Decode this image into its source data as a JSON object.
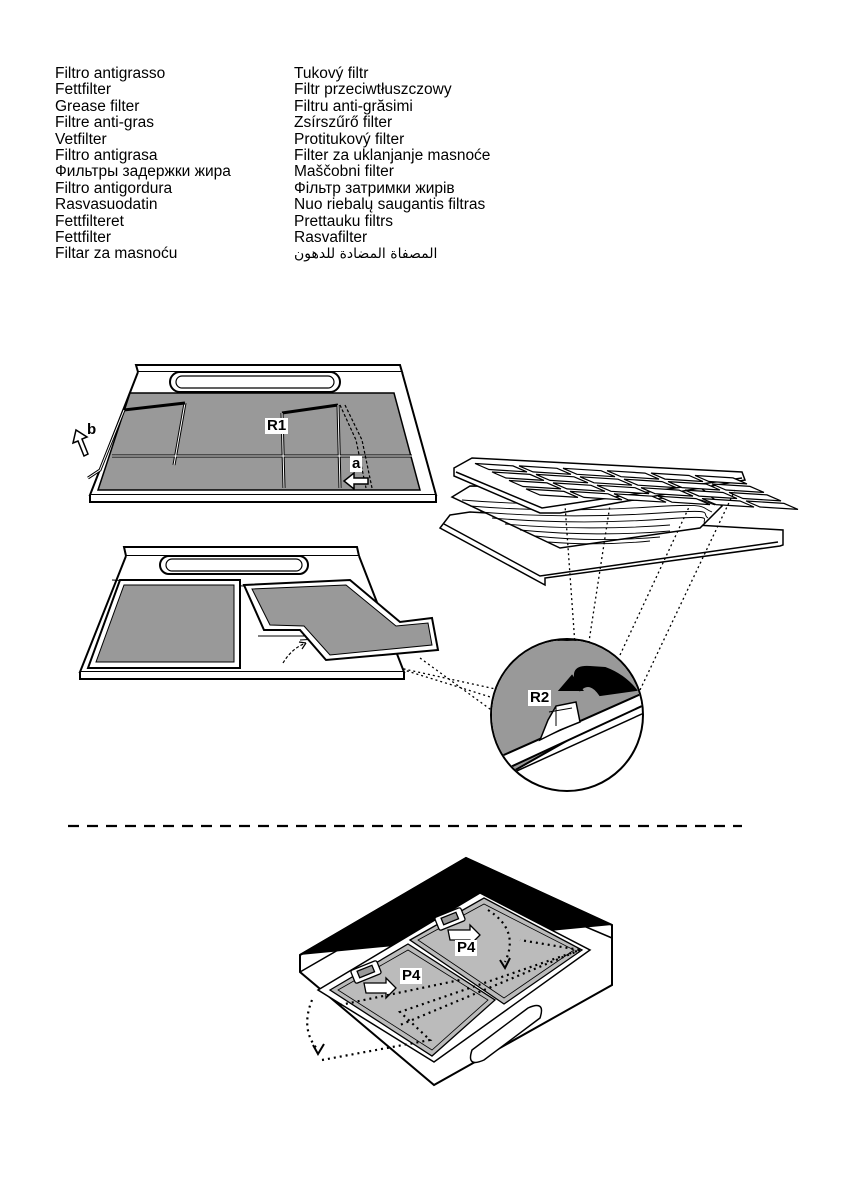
{
  "labels_left": [
    "Filtro antigrasso",
    "Fettfilter",
    "Grease filter",
    "Filtre anti-gras",
    "Vetfilter",
    "Filtro antigrasa",
    "Фильтры задержки жира",
    "Filtro antigordura",
    "Rasvasuodatin",
    "Fettfilteret",
    "Fettfilter",
    "Filtar za  masnoću"
  ],
  "labels_right": [
    "Tukový filtr",
    "Filtr przeciwtłuszczowy",
    "Filtru anti-grăsimi",
    "Zsírszűrő filter",
    "Protitukový filter",
    "Filter za uklanjanje masnoće",
    "Maščobni filter",
    "Фільтр затримки жирів",
    "Nuo riebalų saugantis filtras",
    "Prettauku filtrs",
    "Rasvafilter",
    "المصفاة المضادة للدهون"
  ],
  "figure_labels": {
    "r1": "R1",
    "a": "a",
    "b": "b",
    "r2": "R2",
    "p4_top": "P4",
    "p4_bottom": "P4"
  },
  "colors": {
    "filter_fill": "#999999",
    "line": "#000000"
  }
}
